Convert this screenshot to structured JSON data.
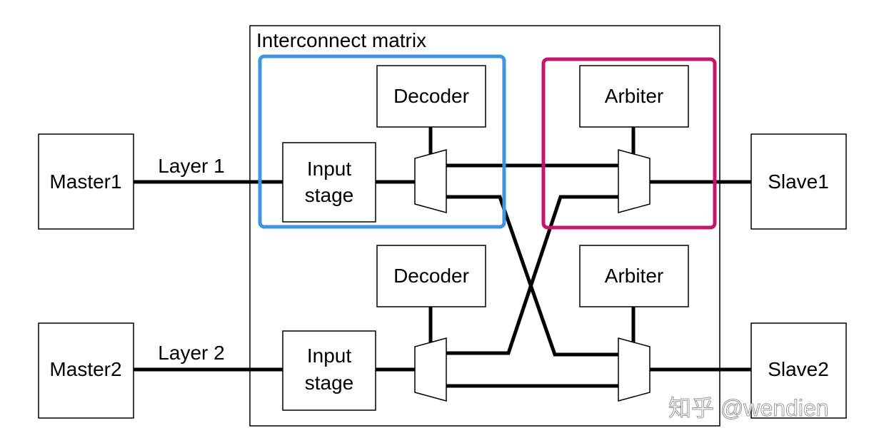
{
  "matrix": {
    "title": "Interconnect matrix"
  },
  "masters": [
    {
      "label": "Master1",
      "layer": "Layer 1"
    },
    {
      "label": "Master2",
      "layer": "Layer 2"
    }
  ],
  "slaves": [
    {
      "label": "Slave1"
    },
    {
      "label": "Slave2"
    }
  ],
  "input_stages": [
    {
      "line1": "Input",
      "line2": "stage"
    },
    {
      "line1": "Input",
      "line2": "stage"
    }
  ],
  "decoders": [
    {
      "label": "Decoder"
    },
    {
      "label": "Decoder"
    }
  ],
  "arbiters": [
    {
      "label": "Arbiter"
    },
    {
      "label": "Arbiter"
    }
  ],
  "highlights": {
    "decoder_group_color": "#3d96e0",
    "arbiter_group_color": "#c4166a"
  },
  "watermark": "知乎 @wendien"
}
